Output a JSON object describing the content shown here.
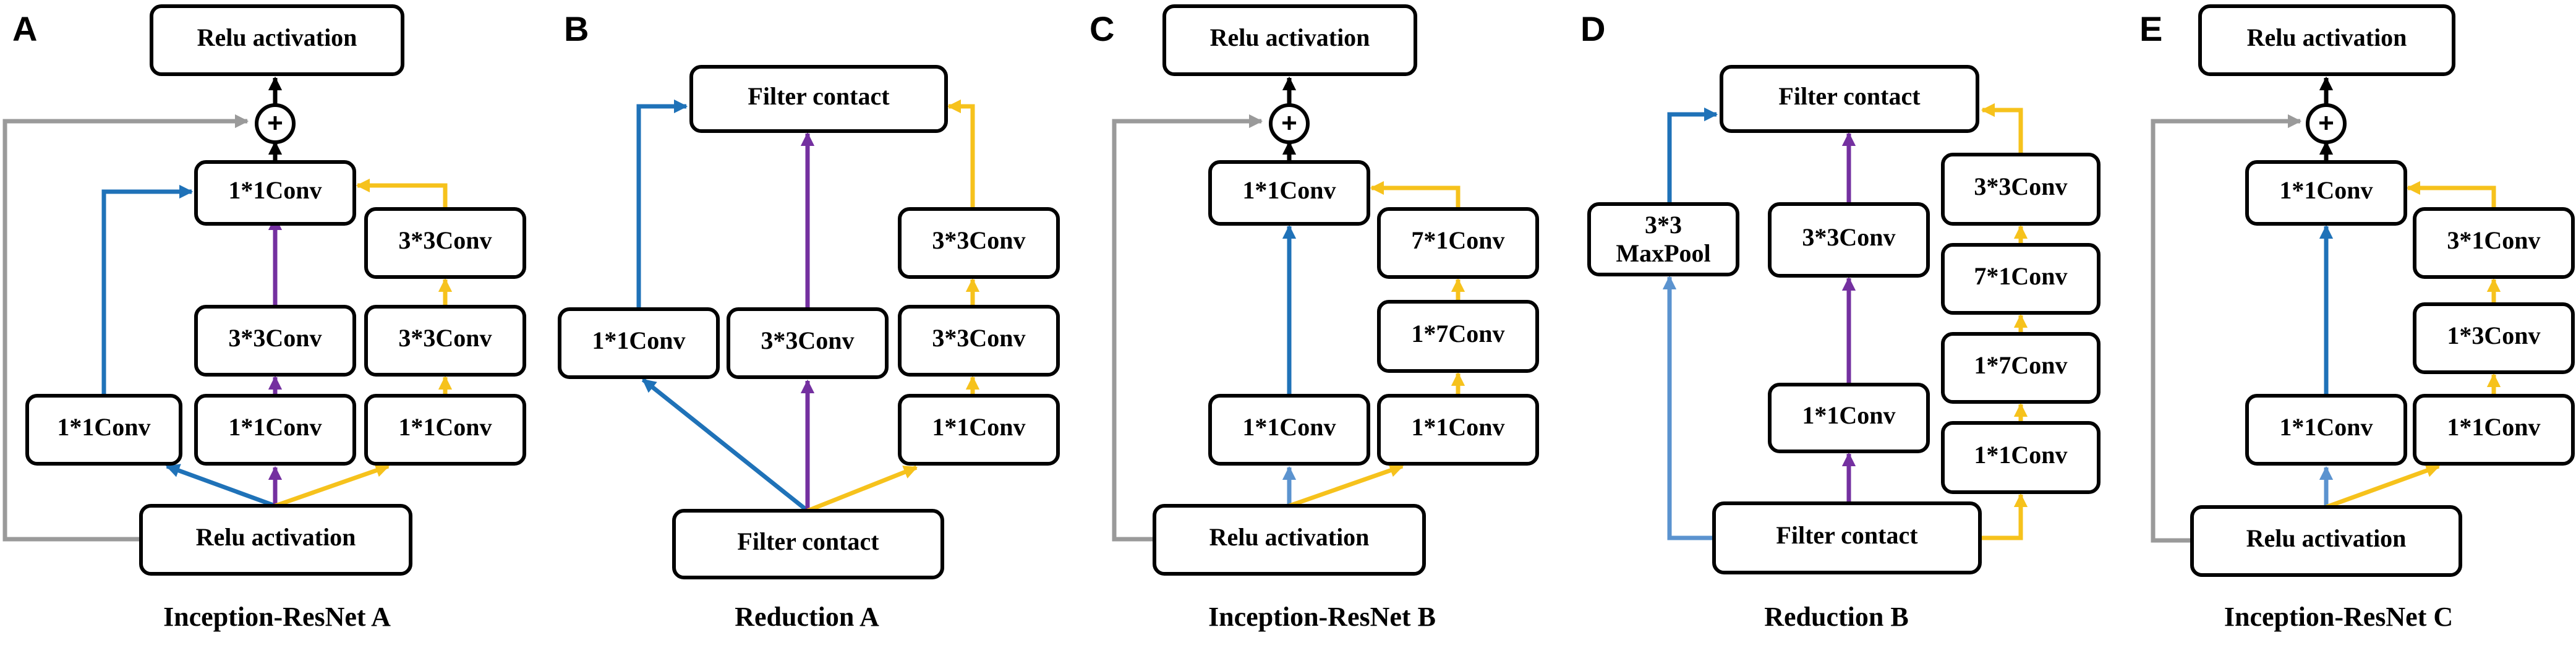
{
  "colors": {
    "shortcut": "#9a9a9a",
    "branch_1": "#1f72b8",
    "branch_1_short": "#5b93cf",
    "branch_2": "#7430a0",
    "branch_3": "#f6c21c",
    "box_border": "#000000"
  },
  "panels": {
    "A": {
      "letter": "A",
      "caption": "Inception-ResNet A",
      "top": "Relu activation",
      "plus": "+",
      "merge_conv": "1*1Conv",
      "left_conv": "1*1Conv",
      "mid_bottom": "1*1Conv",
      "mid_top": "3*3Conv",
      "right_bottom": "1*1Conv",
      "right_mid": "3*3Conv",
      "right_top": "3*3Conv",
      "input": "Relu activation"
    },
    "B": {
      "letter": "B",
      "caption": "Reduction A",
      "top": "Filter contact",
      "left_conv": "1*1Conv",
      "mid_conv": "3*3Conv",
      "right_bottom": "1*1Conv",
      "right_mid": "3*3Conv",
      "right_top": "3*3Conv",
      "input": "Filter contact"
    },
    "C": {
      "letter": "C",
      "caption": "Inception-ResNet B",
      "top": "Relu activation",
      "plus": "+",
      "merge_conv": "1*1Conv",
      "left_conv": "1*1Conv",
      "right_bottom": "1*1Conv",
      "right_mid": "1*7Conv",
      "right_top": "7*1Conv",
      "input": "Relu activation"
    },
    "D": {
      "letter": "D",
      "caption": "Reduction B",
      "top": "Filter contact",
      "pool_line1": "3*3",
      "pool_line2": "MaxPool",
      "mid_bottom": "1*1Conv",
      "mid_top": "3*3Conv",
      "right_1": "1*1Conv",
      "right_2": "1*7Conv",
      "right_3": "7*1Conv",
      "right_4": "3*3Conv",
      "input": "Filter contact"
    },
    "E": {
      "letter": "E",
      "caption": "Inception-ResNet C",
      "top": "Relu activation",
      "plus": "+",
      "merge_conv": "1*1Conv",
      "left_conv": "1*1Conv",
      "right_bottom": "1*1Conv",
      "right_mid": "1*3Conv",
      "right_top": "3*1Conv",
      "input": "Relu activation"
    }
  }
}
